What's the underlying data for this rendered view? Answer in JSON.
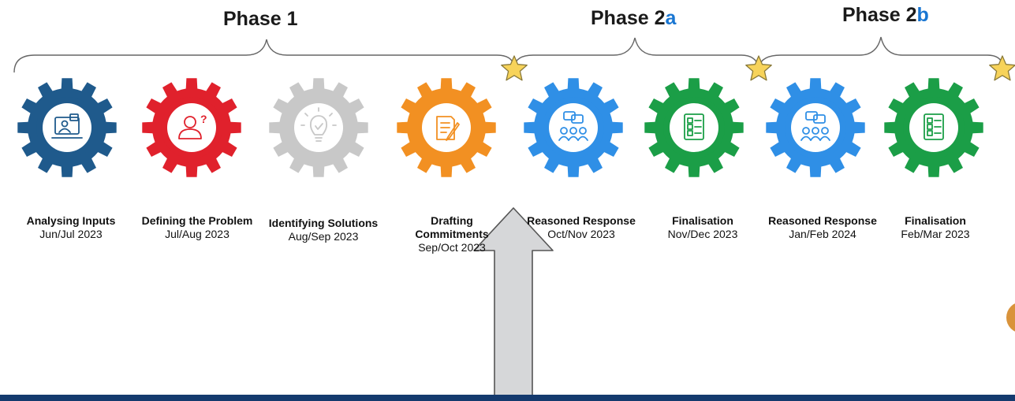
{
  "colors": {
    "navy": "#1f5a8c",
    "red": "#e0212c",
    "grey": "#c8c8c8",
    "orange": "#f29022",
    "blue": "#2f8fe6",
    "green": "#1b9e47",
    "star": "#f7d35a",
    "phase_suffix": "#1976d2",
    "footer": "#143a6e"
  },
  "phases": [
    {
      "label": "Phase 1",
      "suffix": ""
    },
    {
      "label": "Phase 2",
      "suffix": "a"
    },
    {
      "label": "Phase 2",
      "suffix": "b"
    }
  ],
  "steps": [
    {
      "title": "Analysing Inputs",
      "date": "Jun/Jul 2023",
      "color": "navy",
      "icon": "computer-user-icon"
    },
    {
      "title": "Defining the Problem",
      "date": "Jul/Aug 2023",
      "color": "red",
      "icon": "person-question-icon"
    },
    {
      "title": "Identifying Solutions",
      "date": "Aug/Sep 2023",
      "color": "grey",
      "icon": "lightbulb-icon"
    },
    {
      "title": "Drafting Commitments",
      "date": "Sep/Oct 2023",
      "color": "orange",
      "icon": "document-pen-icon"
    },
    {
      "title": "Reasoned Response",
      "date": "Oct/Nov 2023",
      "color": "blue",
      "icon": "group-chat-icon"
    },
    {
      "title": "Finalisation",
      "date": "Nov/Dec 2023",
      "color": "green",
      "icon": "checklist-icon"
    },
    {
      "title": "Reasoned Response",
      "date": "Jan/Feb 2024",
      "color": "blue",
      "icon": "group-chat-icon"
    },
    {
      "title": "Finalisation",
      "date": "Feb/Mar 2023",
      "color": "green",
      "icon": "checklist-icon"
    }
  ],
  "markers": {
    "milestone_icon": "star-icon",
    "pointer_icon": "up-arrow-icon"
  }
}
